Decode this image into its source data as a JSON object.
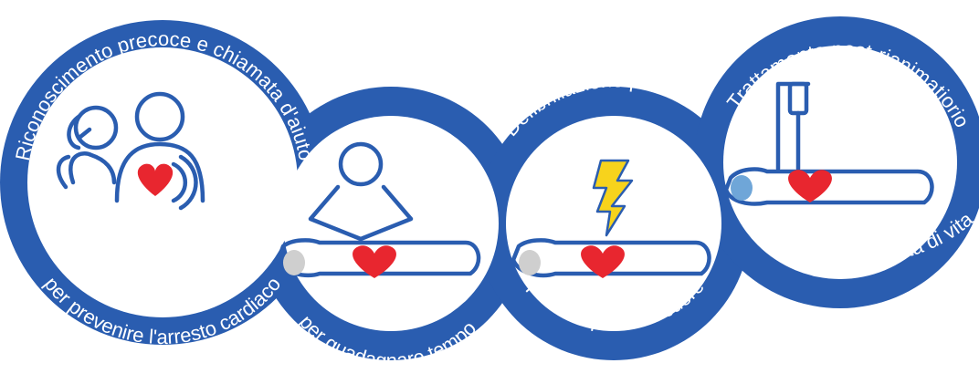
{
  "colors": {
    "ring": "#2a5db0",
    "heart": "#e8262f",
    "bolt": "#f7d31c",
    "white": "#ffffff"
  },
  "chain": [
    {
      "title": "Riconoscimento precoce e chiamata d'aiuto",
      "subtitle": "per prevenire l'arresto cardiaco",
      "icon": "phone-call-rescuer-icon"
    },
    {
      "title": "RCP precoce",
      "subtitle": "per guadagnare tempo",
      "icon": "cpr-compression-icon"
    },
    {
      "title": "Defibrillazione precoce",
      "subtitle": "per far ripartire il cuore",
      "icon": "defibrillation-lightning-icon"
    },
    {
      "title": "Trattamento post-rianimatiorio",
      "subtitle": "per ripristinare la qualità di vita",
      "icon": "iv-drip-patient-icon"
    }
  ]
}
